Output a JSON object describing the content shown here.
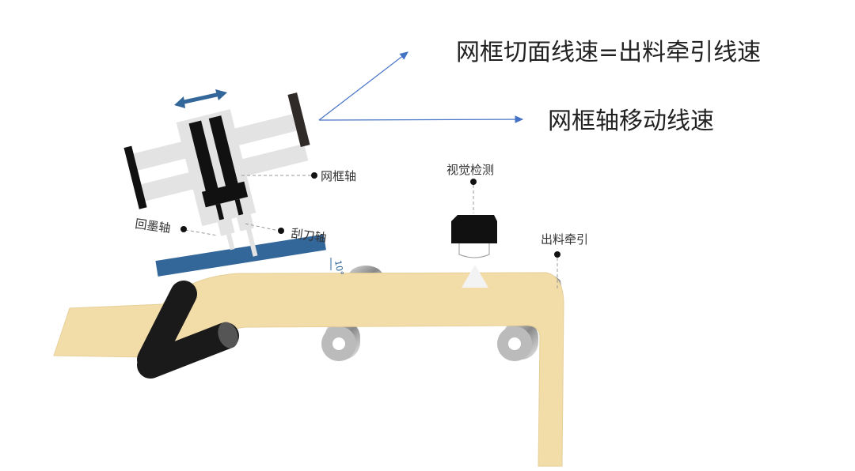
{
  "annotations": {
    "screen_line_speed": "网框切面线速=出料牵引线速",
    "screen_shaft_speed": "网框轴移动线速"
  },
  "labels": {
    "screen_shaft": "网框轴",
    "ink_return_shaft": "回墨轴",
    "squeegee_shaft": "刮刀轴",
    "vision_inspection": "视觉检测",
    "outfeed_traction": "出料牵引",
    "angle": "10°"
  },
  "colors": {
    "belt": "#f2dca8",
    "blade": "#336699",
    "arrow": "#4472c4",
    "roller_dark": "#1a1a1a"
  }
}
